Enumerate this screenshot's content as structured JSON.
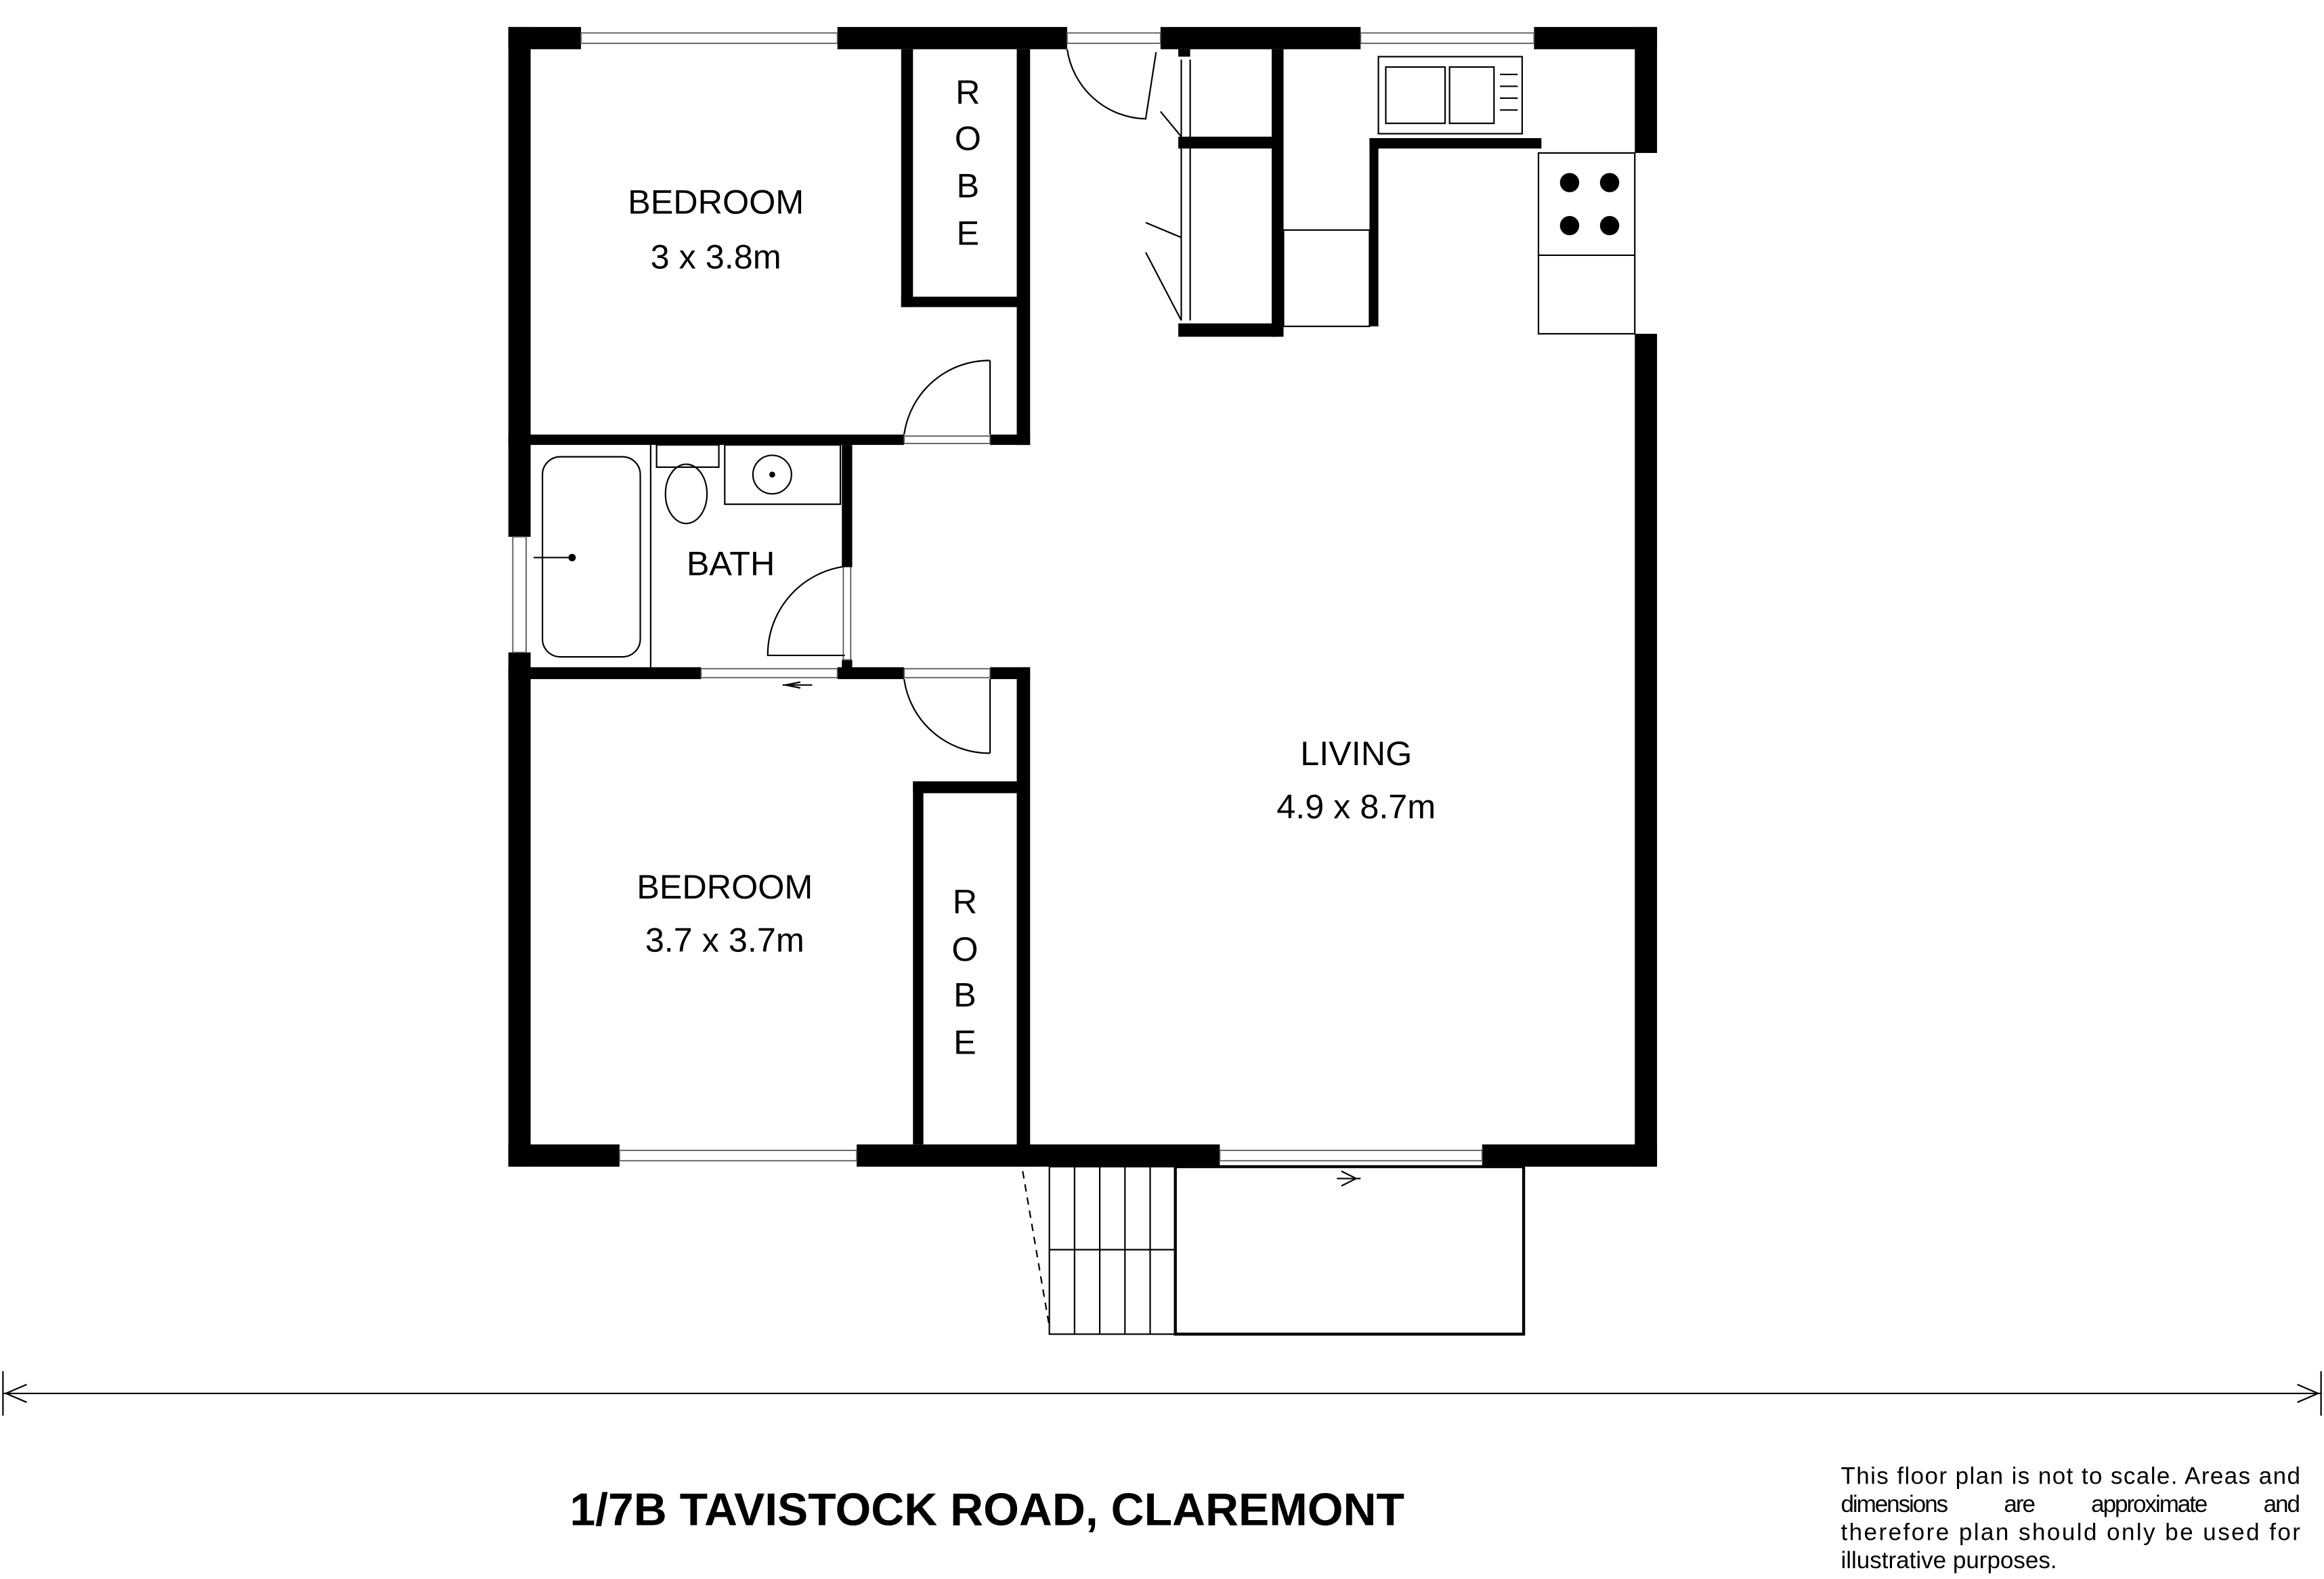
{
  "rooms": {
    "bedroom1": {
      "name": "BEDROOM",
      "size": "3 x 3.8m"
    },
    "bedroom2": {
      "name": "BEDROOM",
      "size": "3.7 x 3.7m"
    },
    "bath": {
      "name": "BATH"
    },
    "living": {
      "name": "LIVING",
      "size": "4.9 x 8.7m"
    },
    "robe1": {
      "letters": [
        "R",
        "O",
        "B",
        "E"
      ]
    },
    "robe2": {
      "letters": [
        "R",
        "O",
        "B",
        "E"
      ]
    }
  },
  "footer": {
    "address": "1/7B TAVISTOCK ROAD, CLAREMONT",
    "disclaimer_lines": [
      "This floor plan is not to scale. Areas and",
      "dimensions are approximate and",
      "therefore plan should only be used for",
      "illustrative purposes."
    ]
  },
  "colors": {
    "wall": "#000000",
    "background": "#ffffff"
  }
}
